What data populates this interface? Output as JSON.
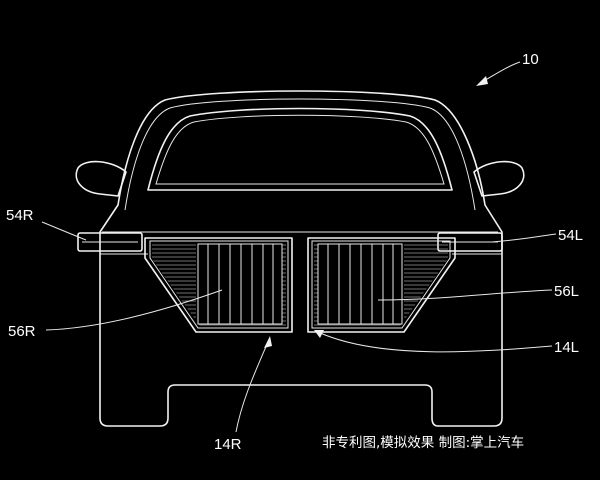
{
  "figure": {
    "background_color": "#000000",
    "line_color": "#f2f2f2",
    "reference_numerals": {
      "vehicle": "10",
      "left_lamp_right": "54R",
      "left_lamp_left": "54L",
      "grille_insert_right": "56R",
      "grille_insert_left": "56L",
      "grille_right": "14R",
      "grille_left": "14L"
    }
  },
  "caption": {
    "text": "非专利图,模拟效果 制图:掌上汽车"
  }
}
